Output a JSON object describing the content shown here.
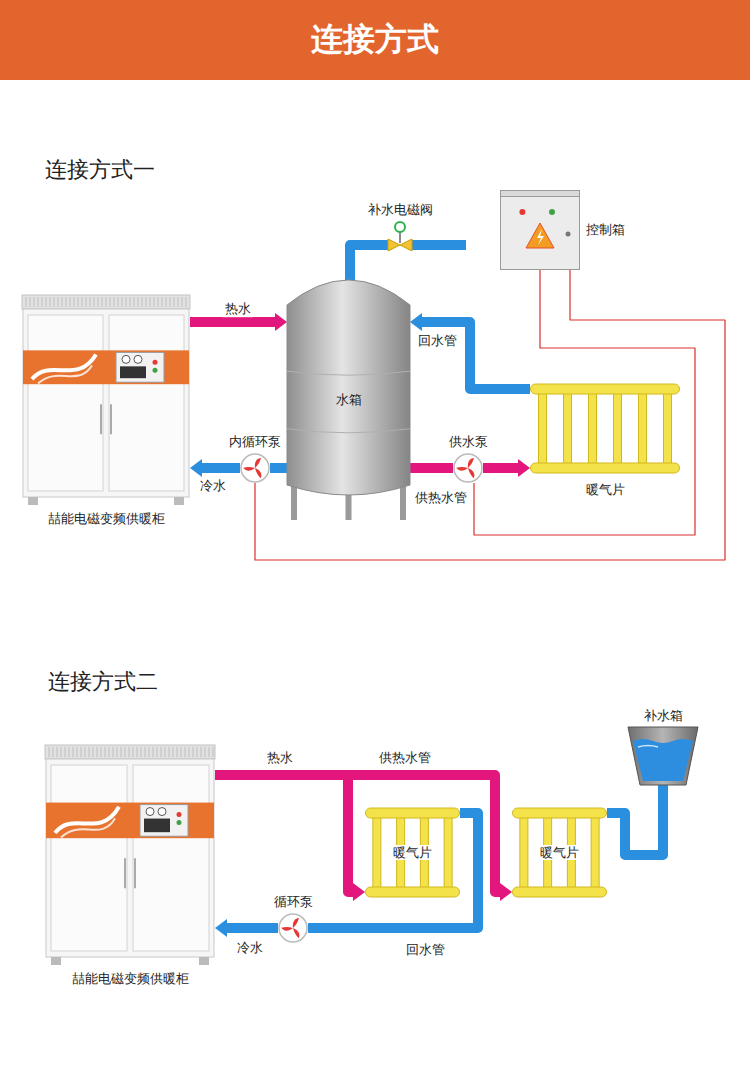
{
  "diagram": {
    "title": "连接方式",
    "nodes": [
      {
        "text": [
          "喆能电磁变频供暖柜"
        ]
      },
      {
        "text": [
          "水箱"
        ]
      },
      {
        "text": [
          "控制箱"
        ]
      },
      {
        "text": [
          "补水电磁阀"
        ]
      },
      {
        "text": [
          "内循环泵"
        ]
      },
      {
        "text": [
          "供水泵"
        ]
      },
      {
        "text": [
          "暖气片"
        ]
      },
      {
        "text": [
          "喆能电磁变频供暖柜"
        ]
      },
      {
        "text": [
          "循环泵"
        ]
      },
      {
        "text": [
          "暖气片"
        ]
      },
      {
        "text": [
          "暖气片"
        ]
      },
      {
        "text": [
          "补水箱"
        ]
      }
    ],
    "edges": [
      {
        "from": 0,
        "to": 1,
        "label": "热水",
        "arrow": "to"
      },
      {
        "from": 6,
        "to": 1,
        "label": "回水管",
        "arrow": "to"
      },
      {
        "from": 1,
        "to": 5,
        "label": "供热水管",
        "arrow": "none"
      },
      {
        "from": 5,
        "to": 6,
        "arrow": "to"
      },
      {
        "from": 1,
        "to": 4,
        "arrow": "none"
      },
      {
        "from": 4,
        "to": 0,
        "label": "冷水",
        "arrow": "to"
      },
      {
        "from": 3,
        "to": 1,
        "arrow": "none"
      },
      {
        "from": 2,
        "to": 5,
        "arrow": "none"
      },
      {
        "from": 2,
        "to": 4,
        "arrow": "none"
      },
      {
        "from": 7,
        "to": 9,
        "label": "热水",
        "arrow": "to"
      },
      {
        "from": 7,
        "to": 10,
        "label": "供热水管",
        "arrow": "to"
      },
      {
        "from": 9,
        "to": 8,
        "label": "回水管",
        "arrow": "none"
      },
      {
        "from": 8,
        "to": 7,
        "label": "冷水",
        "arrow": "to"
      },
      {
        "from": 11,
        "to": 10,
        "arrow": "none"
      }
    ],
    "labels": [
      "连接方式一",
      "连接方式二"
    ]
  }
}
